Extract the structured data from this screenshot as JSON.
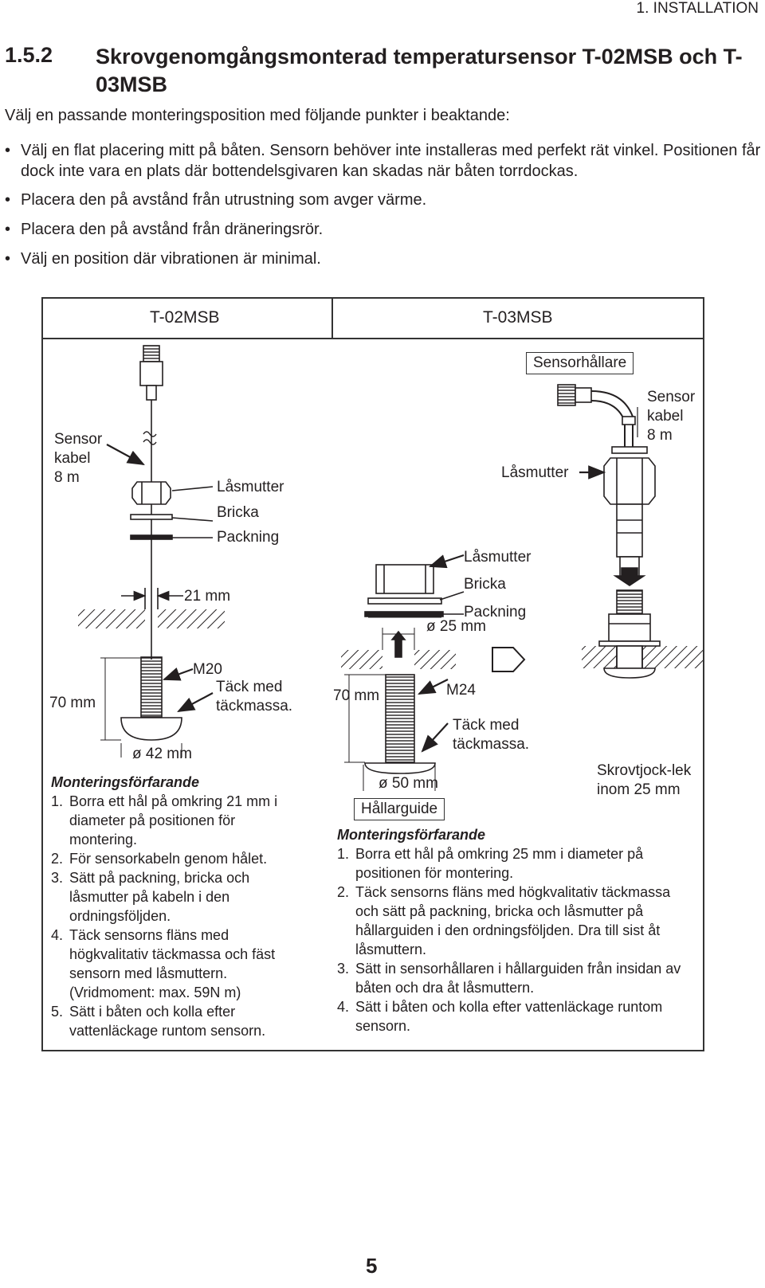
{
  "header": {
    "chapter": "1. INSTALLATION"
  },
  "section": {
    "number": "1.5.2",
    "title": "Skrovgenomgångsmonterad temperatursensor T-02MSB och T-03MSB"
  },
  "intro": "Välj en passande monteringsposition med följande punkter i beaktande:",
  "bullets": [
    "Välj en flat placering mitt på båten. Sensorn behöver inte installeras med perfekt rät vinkel. Positionen får dock inte vara en plats där bottendelsgivaren kan skadas när båten torrdockas.",
    "Placera den på avstånd från utrustning som avger värme.",
    "Placera den på avstånd från dräneringsrör.",
    "Välj en position där vibrationen är minimal."
  ],
  "figure": {
    "left": {
      "title": "T-02MSB",
      "labels": {
        "sensor_cable": "Sensor\nkabel\n8 m",
        "lock_nut": "Låsmutter",
        "washer": "Bricka",
        "gasket": "Packning",
        "hole": "21 mm",
        "thread": "M20",
        "sealant": "Täck med\ntäckmassa.",
        "length": "70 mm",
        "flange": "ø 42 mm"
      },
      "procedure": {
        "heading": "Monteringsförfarande",
        "steps": [
          {
            "n": "1.",
            "text": "Borra ett hål på omkring 21 mm i diameter på positionen för montering."
          },
          {
            "n": "2.",
            "text": "För sensorkabeln genom hålet."
          },
          {
            "n": "3.",
            "text": "Sätt på packning, bricka och låsmutter på kabeln i den ordningsföljden."
          },
          {
            "n": "4.",
            "text": "Täck sensorns fläns med högkvalitativ täckmassa och fäst sensorn med låsmuttern. (Vridmoment: max. 59N m)"
          },
          {
            "n": "5.",
            "text": "Sätt i båten och kolla efter vattenläckage runtom sensorn."
          }
        ]
      }
    },
    "right": {
      "title": "T-03MSB",
      "labels": {
        "sensor_holder": "Sensorhållare",
        "sensor_cable": "Sensor\nkabel\n8 m",
        "lock_nut_top": "Låsmutter",
        "lock_nut": "Låsmutter",
        "washer": "Bricka",
        "gasket": "Packning",
        "hole": "ø 25 mm",
        "length": "70 mm",
        "thread": "M24",
        "sealant": "Täck med\ntäckmassa.",
        "flange": "ø 50 mm",
        "hull": "Skrovtjock-lek\ninom 25 mm",
        "guide": "Hållarguide"
      },
      "procedure": {
        "heading": "Monteringsförfarande",
        "steps": [
          {
            "n": "1.",
            "text": "Borra ett hål på omkring 25 mm i diameter på positionen för montering."
          },
          {
            "n": "2.",
            "text": "Täck sensorns fläns med högkvalitativ täckmassa och sätt på packning, bricka och låsmutter på hållarguiden i den ordningsföljden. Dra till sist åt låsmuttern."
          },
          {
            "n": "3.",
            "text": "Sätt in sensorhållaren i hållarguiden från insidan av båten och dra åt låsmuttern."
          },
          {
            "n": "4.",
            "text": "Sätt i båten och kolla efter vattenläckage runtom sensorn."
          }
        ]
      }
    }
  },
  "page_number": "5"
}
